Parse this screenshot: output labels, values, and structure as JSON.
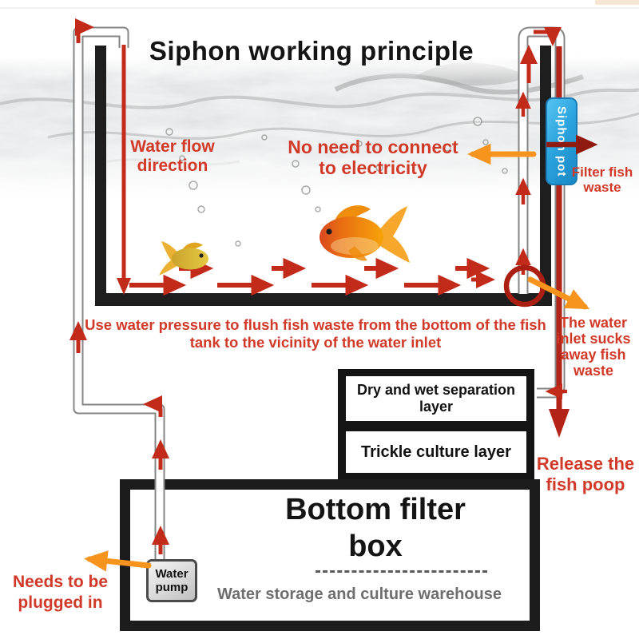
{
  "title": "Siphon working principle",
  "tank": {
    "water_flow_label": "Water flow direction",
    "no_electricity_label": "No need to connect to electricity",
    "flush_label": "Use water pressure to flush fish waste from the bottom of the fish tank to the vicinity of the water inlet"
  },
  "siphon": {
    "pot_label": "Siphon pot",
    "filter_waste_label": "Filter fish waste",
    "inlet_sucks_label": "The water inlet sucks away fish waste",
    "release_label": "Release the fish poop"
  },
  "filter": {
    "dry_wet_label": "Dry and wet separation layer",
    "trickle_label": "Trickle culture layer",
    "box_label": "Bottom filter box",
    "storage_label": "Water storage and culture warehouse"
  },
  "pump": {
    "label": "Water pump",
    "plug_label": "Needs to be plugged in"
  },
  "colors": {
    "red_text": "#d13a28",
    "arrow_red": "#c22a1a",
    "flow_red": "#b42318",
    "dark_red_arrow": "#8e1a10",
    "orange_arrow": "#f7941d",
    "pot_blue": "#2da4de",
    "structure_black": "#1c1c1c",
    "pipe_gray": "#858585",
    "gray_text": "#6e6e6e"
  }
}
